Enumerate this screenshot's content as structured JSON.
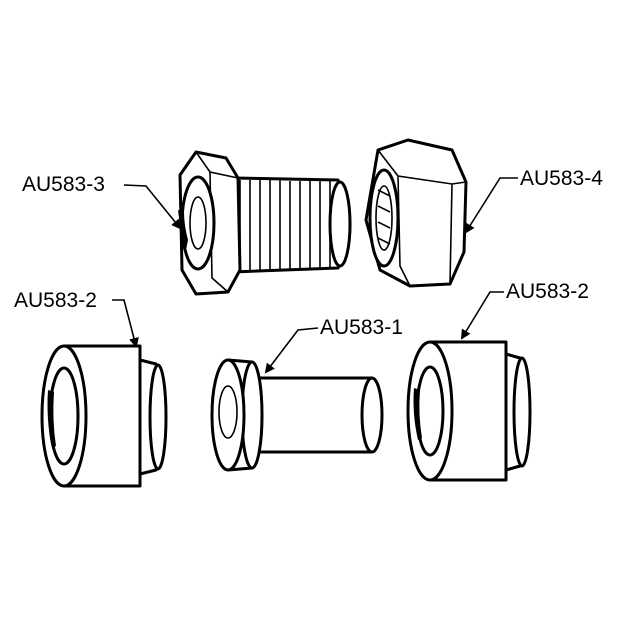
{
  "figure": {
    "parts": [
      {
        "id": "bolt",
        "label": "AU583-3"
      },
      {
        "id": "nut",
        "label": "AU583-4"
      },
      {
        "id": "cup-left",
        "label": "AU583-2"
      },
      {
        "id": "pin",
        "label": "AU583-1"
      },
      {
        "id": "cup-right",
        "label": "AU583-2"
      }
    ]
  }
}
